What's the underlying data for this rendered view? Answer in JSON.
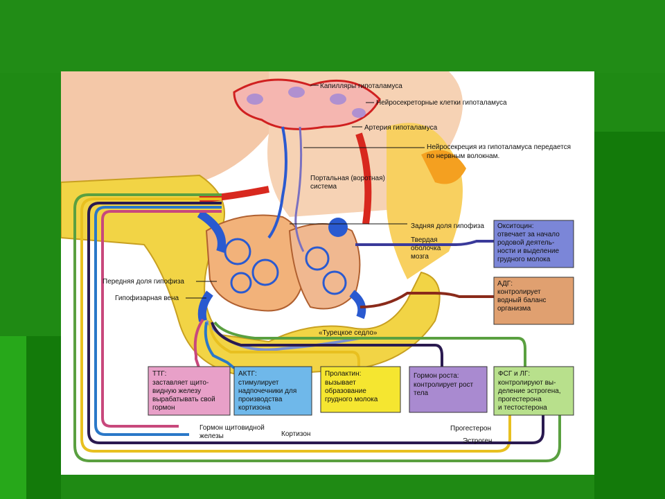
{
  "labels": {
    "capillaries": "Капилляры гипоталамуса",
    "neurosecretory_cells": "Нейросекреторные клетки гипоталамуса",
    "artery": "Артерия гипоталамуса",
    "neurosecretion_line1": "Нейросекреция из гипоталамуса передается",
    "neurosecretion_line2": "по нервным волокнам.",
    "portal_line1": "Портальная (воротная)",
    "portal_line2": "система",
    "posterior_lobe": "Задняя доля гипофиза",
    "dura_line1": "Твердая",
    "dura_line2": "оболочка",
    "dura_line3": "мозга",
    "anterior_lobe": "Передняя доля гипофиза",
    "pituitary_vein": "Гипофизарная вена",
    "sella": "«Турецкое седло»",
    "thyroid_hormone_line1": "Гормон щитовидной",
    "thyroid_hormone_line2": "железы",
    "cortisone": "Кортизон",
    "progesterone": "Прогестерон",
    "estrogen": "Эстроген"
  },
  "boxes": {
    "oxytocin": {
      "title": "Окситоцин:",
      "lines": [
        "отвечает за начало",
        "родовой деятель-",
        "ности и выделение",
        "грудного молока"
      ],
      "color": "#7b86d8"
    },
    "adh": {
      "title": "АДГ:",
      "lines": [
        "контролирует",
        "водный баланс",
        "организма"
      ],
      "color": "#e0a070"
    },
    "ttg": {
      "title": "ТТГ:",
      "lines": [
        "заставляет щито-",
        "видную железу",
        "вырабатывать свой",
        "гормон"
      ],
      "color": "#e8a0c8"
    },
    "actg": {
      "title": "АКТГ:",
      "lines": [
        "стимулирует",
        "надпочечники для",
        "производства",
        "кортизона"
      ],
      "color": "#6fb8ea"
    },
    "prolactin": {
      "title": "Пролактин:",
      "lines": [
        "вызывает",
        "образование",
        "грудного молока"
      ],
      "color": "#f5e630"
    },
    "growth": {
      "title": "Гормон роста:",
      "lines": [
        "контролирует рост",
        "тела"
      ],
      "color": "#a98ad0"
    },
    "fsh_lh": {
      "title": "ФСГ и ЛГ:",
      "lines": [
        "контролируют вы-",
        "деление эстрогена,",
        "прогестерона",
        "и тестостерона"
      ],
      "color": "#b8e08c"
    }
  },
  "colors": {
    "ttg_line": "#c8487c",
    "actg_line": "#2a78c8",
    "prolactin_line": "#e8c020",
    "growth_line": "#2a1a50",
    "fsh_line": "#5aa040",
    "oxytocin_line": "#3a3a9a",
    "adh_line": "#8a2a1a",
    "artery": "#d8281e",
    "vein": "#2a5ad0",
    "bone": "#f0d040",
    "tissue": "#f2b88a"
  }
}
